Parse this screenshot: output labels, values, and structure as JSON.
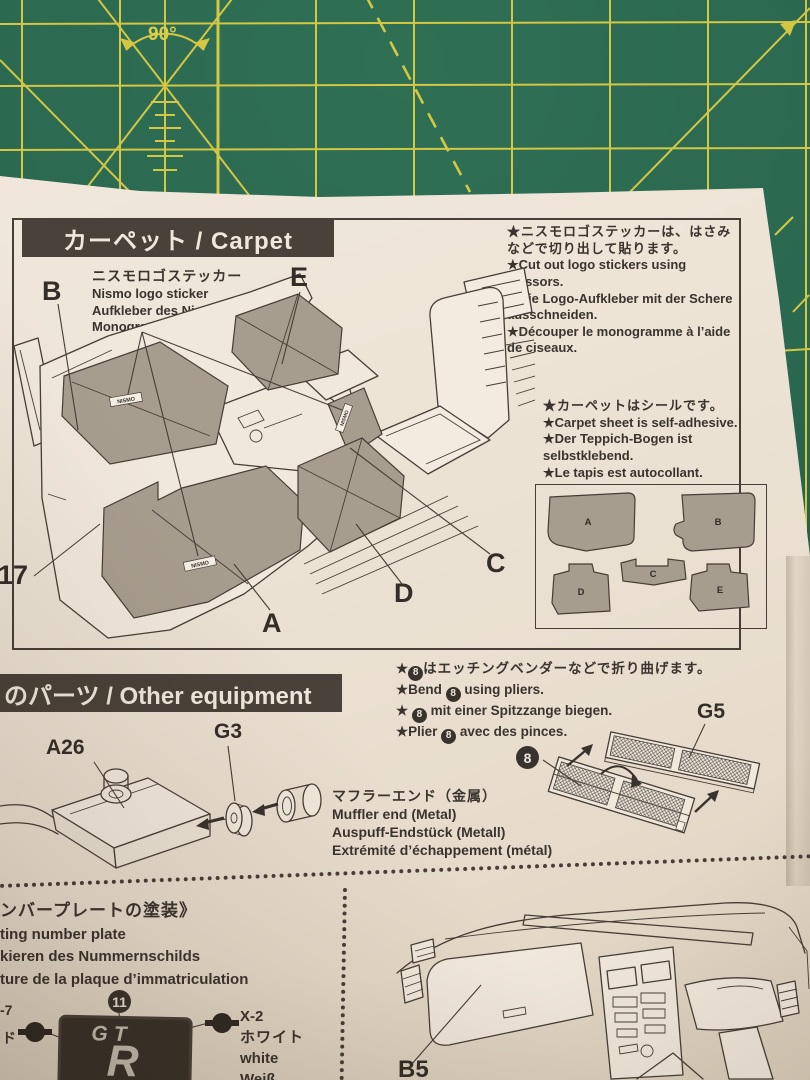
{
  "mat": {
    "angle": "90°"
  },
  "carpet": {
    "header": "カーペット / Carpet",
    "sticker_label": {
      "jp": "ニスモロゴステッカー",
      "en": "Nismo logo sticker",
      "de": "Aufkleber des Nismo Logos",
      "fr": "Monogramme Nismo"
    },
    "cut_note": {
      "jp": "★ニスモロゴステッカーは、はさみなどで切り出して貼ります。",
      "en": "★Cut out logo stickers using scissors.",
      "de": "★Die Logo-Aufkleber mit der Schere ausschneiden.",
      "fr": "★Découper le monogramme à l’aide de ciseaux."
    },
    "adhesive_note": {
      "jp": "★カーペットはシールです。",
      "en": "★Carpet sheet is self-adhesive.",
      "de": "★Der Teppich-Bogen ist selbstklebend.",
      "fr": "★Le tapis est autocollant."
    },
    "labels": {
      "b": "B",
      "e": "E",
      "n17": "17",
      "a": "A",
      "d": "D",
      "c": "C"
    },
    "layout": {
      "a": "A",
      "b": "B",
      "c": "C",
      "d": "D",
      "e": "E"
    },
    "sticker_text": "NISMO"
  },
  "other": {
    "header": "のパーツ / Other equipment",
    "badge8": "8",
    "bend_note": {
      "jp_pre": "★",
      "jp_post": "はエッチングベンダーなどで折り曲げます。",
      "en_pre": "★Bend ",
      "en_post": " using pliers.",
      "de_pre": "★ ",
      "de_post": " mit einer Spitzzange biegen.",
      "fr_pre": "★Plier ",
      "fr_post": " avec des pinces."
    },
    "labels": {
      "a26": "A26",
      "g3": "G3",
      "g5": "G5"
    },
    "muffler_note": {
      "jp": "マフラーエンド（金属）",
      "en": "Muffler end (Metal)",
      "de": "Auspuff-Endstück (Metall)",
      "fr": "Extrémité d’échappement (métal)"
    }
  },
  "plate": {
    "jp": "ンバープレートの塗装》",
    "en": "ting number plate",
    "de": "kieren des Nummernschilds",
    "fr": "ture de la plaque d’immatriculation",
    "badge11": "11",
    "frag_code": "-7",
    "frag_jp": "ド",
    "gt": "GT",
    "r": "R",
    "paint": {
      "code": "X-2",
      "jp": "ホワイト",
      "en": "white",
      "de": "Weiß"
    }
  },
  "dash": {
    "b5": "B5"
  }
}
